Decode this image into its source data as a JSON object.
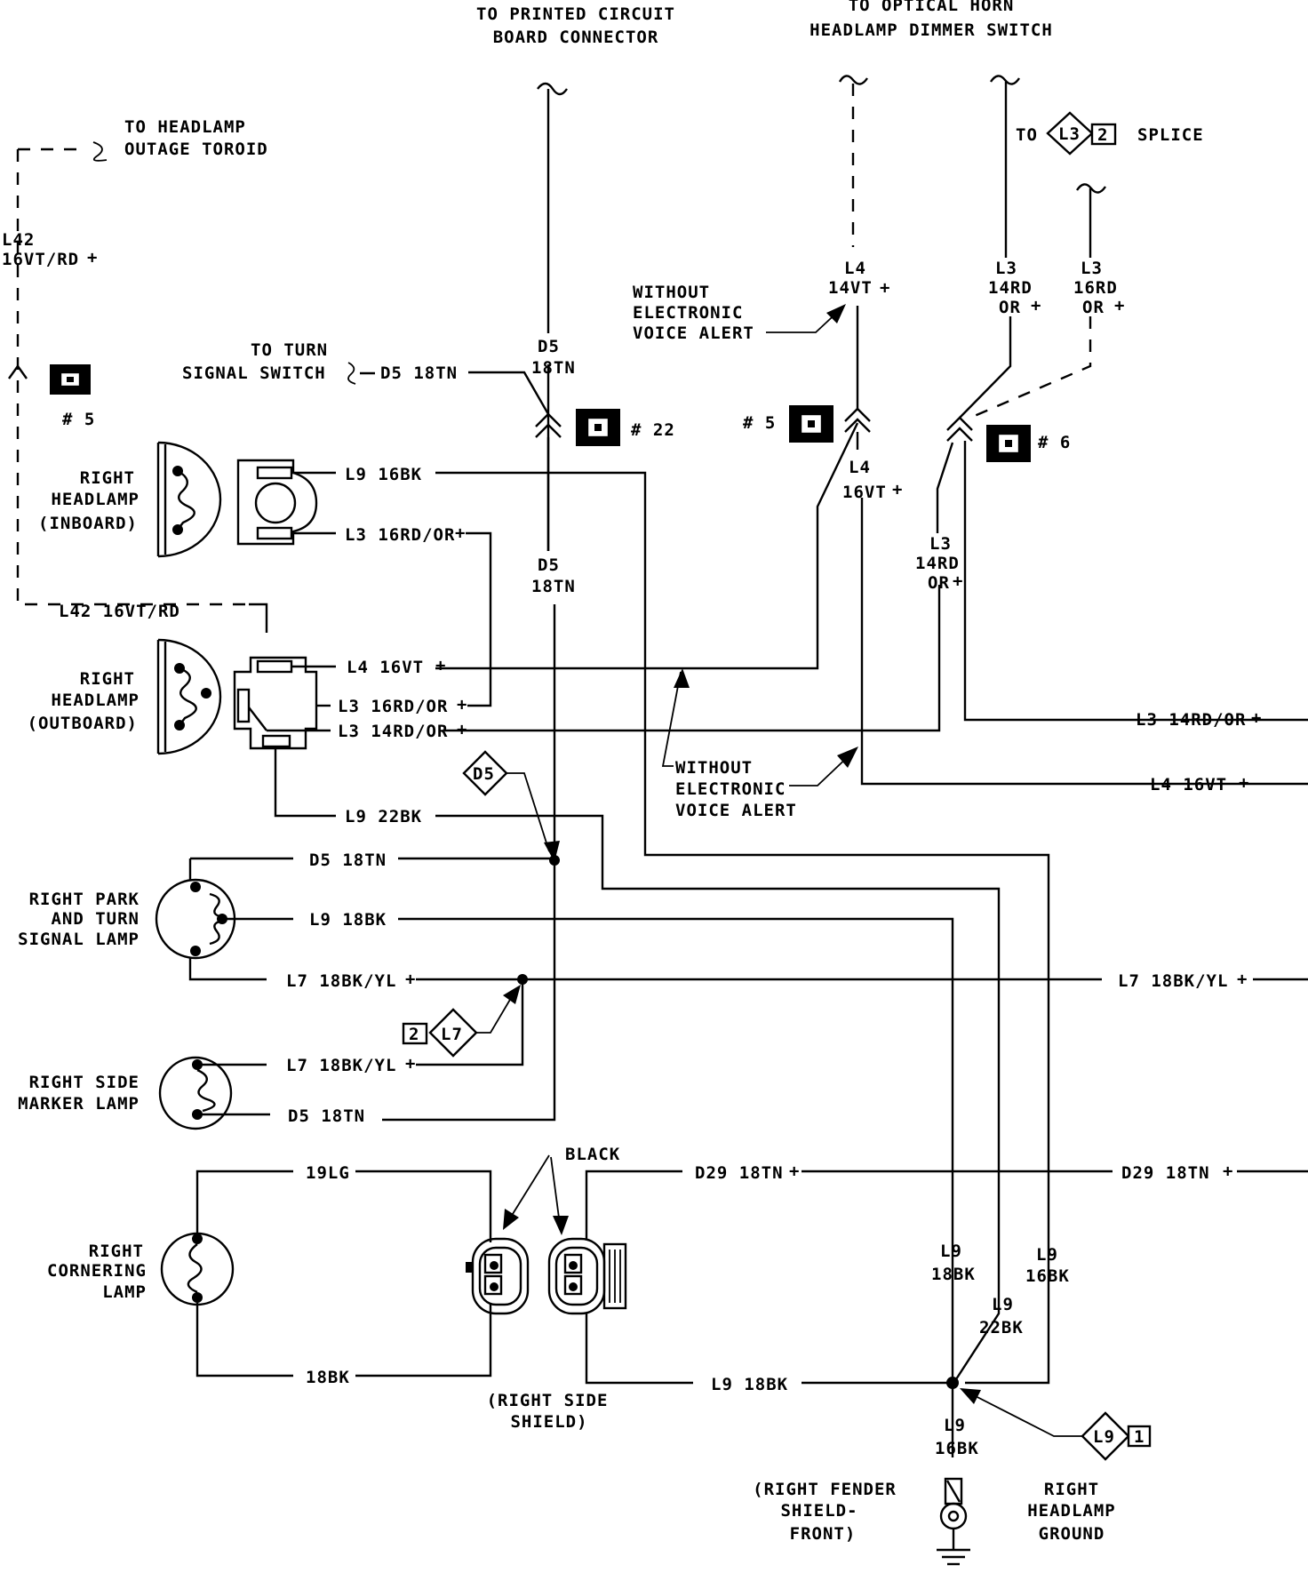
{
  "labels": {
    "to_pcb_l1": "TO PRINTED CIRCUIT",
    "to_pcb_l2": "BOARD CONNECTOR",
    "to_optical_l1": "TO OPTICAL HORN",
    "to_optical_l2": "HEADLAMP DIMMER SWITCH",
    "to_headlamp_outage_l1": "TO HEADLAMP",
    "to_headlamp_outage_l2": "OUTAGE TOROID",
    "to_splice_prefix": "TO",
    "splice_label": "SPLICE",
    "to_turn_signal_l1": "TO TURN",
    "to_turn_signal_l2": "SIGNAL SWITCH",
    "without_eva_top_l1": "WITHOUT",
    "without_eva_top_l2": "ELECTRONIC",
    "without_eva_top_l3": "VOICE ALERT",
    "without_eva_bot_l1": "WITHOUT",
    "without_eva_bot_l2": "ELECTRONIC",
    "without_eva_bot_l3": "VOICE ALERT",
    "black": "BLACK",
    "right_side_shield_l1": "(RIGHT SIDE",
    "right_side_shield_l2": "SHIELD)",
    "right_fender_l1": "(RIGHT FENDER",
    "right_fender_l2": "SHIELD-",
    "right_fender_l3": "FRONT)",
    "headlamp_ground_l1": "RIGHT",
    "headlamp_ground_l2": "HEADLAMP",
    "headlamp_ground_l3": "GROUND"
  },
  "components": {
    "headlamp_inboard": [
      "RIGHT",
      "HEADLAMP",
      "(INBOARD)"
    ],
    "headlamp_outboard": [
      "RIGHT",
      "HEADLAMP",
      "(OUTBOARD)"
    ],
    "park_turn": [
      "RIGHT PARK",
      "AND TURN",
      "SIGNAL LAMP"
    ],
    "side_marker": [
      "RIGHT SIDE",
      "MARKER LAMP"
    ],
    "cornering": [
      "RIGHT",
      "CORNERING",
      "LAMP"
    ]
  },
  "connectors": {
    "c5_left": "# 5",
    "c22": "# 22",
    "c5_mid": "# 5",
    "c6": "# 6"
  },
  "splices": {
    "l3": "L3",
    "l3_pin": "2",
    "d5": "D5",
    "l7": "L7",
    "l7_pin": "2",
    "l9": "L9",
    "l9_pin": "1"
  },
  "wires": {
    "l42_vert_a": "L42",
    "l42_vert_b": "16VT/RD",
    "d5_top_a": "D5",
    "d5_top_b": "18TN",
    "d5_mid_a": "D5",
    "d5_mid_b": "18TN",
    "d5_turn": "D5 18TN",
    "l4_top_a": "L4",
    "l4_top_b": "14VT",
    "l3_top_a": "L3",
    "l3_top_b": "14RD",
    "l3_top_c": "OR",
    "l3_top2_a": "L3",
    "l3_top2_b": "16RD",
    "l3_top2_c": "OR",
    "l4_mid_a": "L4",
    "l4_mid_b": "16VT",
    "l3_mid_a": "L3",
    "l3_mid_b": "14RD",
    "l3_mid_c": "OR",
    "l9_16bk_inb": "L9 16BK",
    "l3_16rdor_inb": "L3 16RD/OR",
    "l42_horiz": "L42 16VT/RD",
    "l4_16vt_out": "L4 16VT",
    "l3_16rdor_out": "L3 16RD/OR",
    "l3_14rdor_out": "L3 14RD/OR",
    "l3_14rdor_right": "L3 14RD/OR",
    "l4_16vt_right": "L4 16VT",
    "l9_22bk": "L9 22BK",
    "d5_park": "D5 18TN",
    "l9_park": "L9 18BK",
    "l7_park": "L7 18BK/YL",
    "l7_right": "L7 18BK/YL",
    "l7_marker": "L7 18BK/YL",
    "d5_marker": "D5 18TN",
    "lg_corner": "19LG",
    "d29_shield": "D29 18TN",
    "d29_right": "D29 18TN",
    "bk_corner": "18BK",
    "l9_shield": "L9 18BK",
    "l9_v1_a": "L9",
    "l9_v1_b": "18BK",
    "l9_v2_a": "L9",
    "l9_v2_b": "16BK",
    "l9_v3_a": "L9",
    "l9_v3_b": "22BK",
    "l9_gnd_a": "L9",
    "l9_gnd_b": "16BK"
  }
}
